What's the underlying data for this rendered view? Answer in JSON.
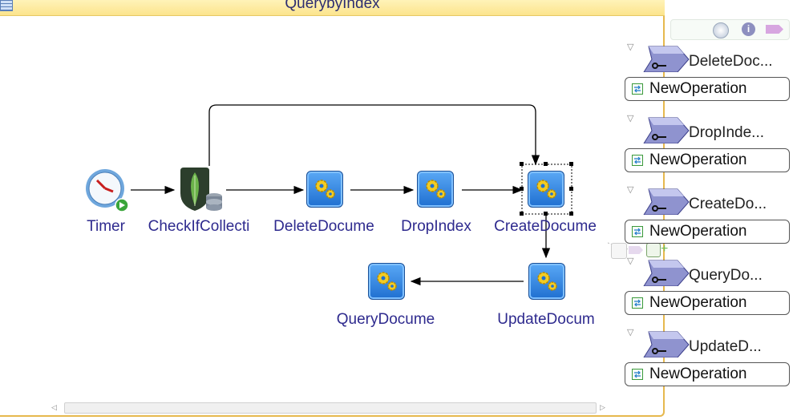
{
  "window": {
    "title": "QuerybyIndex"
  },
  "nodes": {
    "timer": "Timer",
    "check": "CheckIfCollecti",
    "delete": "DeleteDocume",
    "drop": "DropIndex",
    "create": "CreateDocume",
    "update": "UpdateDocum",
    "query": "QueryDocume"
  },
  "services": [
    {
      "label": "DeleteDoc...",
      "operation": "NewOperation"
    },
    {
      "label": "DropInde...",
      "operation": "NewOperation"
    },
    {
      "label": "CreateDo...",
      "operation": "NewOperation"
    },
    {
      "label": "QueryDo...",
      "operation": "NewOperation"
    },
    {
      "label": "UpdateD...",
      "operation": "NewOperation"
    }
  ],
  "icons": {
    "timer": "clock-icon",
    "check": "mongodb-icon",
    "activity": "gear-icon",
    "service": "service-key-icon",
    "operation": "operation-icon"
  },
  "colors": {
    "accent": "#e6b84e",
    "label": "#2e2a8e",
    "activity": "#1f6fd0"
  }
}
